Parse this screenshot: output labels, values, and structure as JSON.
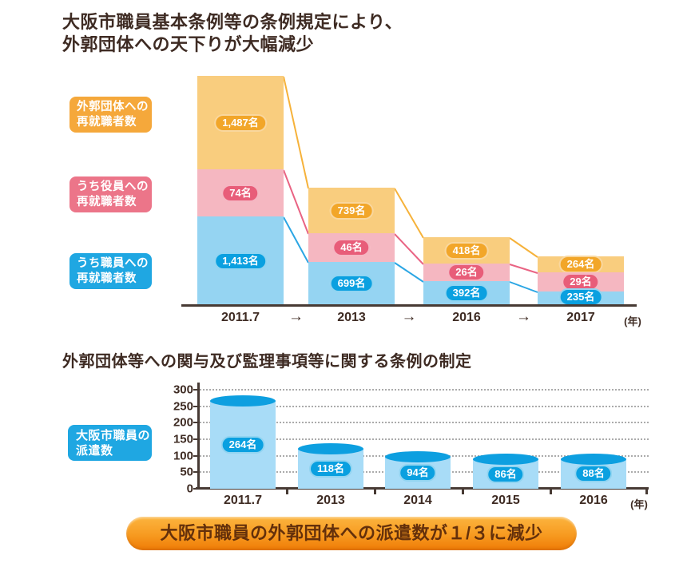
{
  "palette": {
    "text_dark": "#3E2B23",
    "axis": "#473A34",
    "bar_fills": [
      "#F9CD7E",
      "#F5B7C1",
      "#95D4F2"
    ],
    "pill_fills": [
      "#F2A629",
      "#E85D79",
      "#0AA0E0"
    ],
    "line_colors": [
      "#F6B23A",
      "#E96383",
      "#2BA6E4"
    ],
    "legend_fills": [
      "#F5A83B",
      "#EC7589",
      "#1FA7E2"
    ],
    "cylinder_body": "#A8DCF7",
    "cylinder_top": "#0D9FE0",
    "dispatch_badge_bg": "#1FA7E2",
    "banner_top": "#FCB53F",
    "banner_bottom": "#EF7B06",
    "banner_text": "#64300B"
  },
  "title": {
    "line1": "大阪市職員基本条例等の条例規定により、",
    "line2": "外郭団体への天下りが大幅減少"
  },
  "section2_title": "外郭団体等への関与及び監理事項等に関する条例の制定",
  "legend": [
    {
      "line1": "外郭団体への",
      "line2": "再就職者数"
    },
    {
      "line1": "うち役員への",
      "line2": "再就職者数"
    },
    {
      "line1": "うち職員への",
      "line2": "再就職者数"
    }
  ],
  "dispatch_badge": {
    "line1": "大阪市職員の",
    "line2": "派遣数"
  },
  "banner": {
    "text": "大阪市職員の外郭団体への派遣数が１/３に減少"
  },
  "chart_data": [
    {
      "type": "bar",
      "subtype": "stacked-schematic",
      "title": "大阪市職員基本条例等の条例規定により、外郭団体への天下りが大幅減少",
      "categories": [
        "2011.7",
        "2013",
        "2016",
        "2017"
      ],
      "arrow_glyph": "→",
      "year_unit": "(年)",
      "legend_position": "left",
      "series": [
        {
          "name": "外郭団体への再就職者数",
          "values": [
            1487,
            739,
            418,
            264
          ],
          "labels": [
            "1,487名",
            "739名",
            "418名",
            "264名"
          ]
        },
        {
          "name": "うち役員への再就職者数",
          "values": [
            74,
            46,
            26,
            29
          ],
          "labels": [
            "74名",
            "46名",
            "26名",
            "29名"
          ]
        },
        {
          "name": "うち職員への再就職者数",
          "values": [
            1413,
            699,
            392,
            235
          ],
          "labels": [
            "1,413名",
            "699名",
            "392名",
            "235名"
          ]
        }
      ]
    },
    {
      "type": "bar",
      "subtype": "cylinder",
      "title": "外郭団体等への関与及び監理事項等に関する条例の制定",
      "ylabel_badge": "大阪市職員の派遣数",
      "categories": [
        "2011.7",
        "2013",
        "2014",
        "2015",
        "2016"
      ],
      "values": [
        264,
        118,
        94,
        86,
        88
      ],
      "labels": [
        "264名",
        "118名",
        "94名",
        "86名",
        "88名"
      ],
      "yticks": [
        0,
        50,
        100,
        150,
        200,
        250,
        300
      ],
      "ylim": [
        0,
        300
      ],
      "grid": "dotted",
      "year_unit": "(年)"
    }
  ]
}
